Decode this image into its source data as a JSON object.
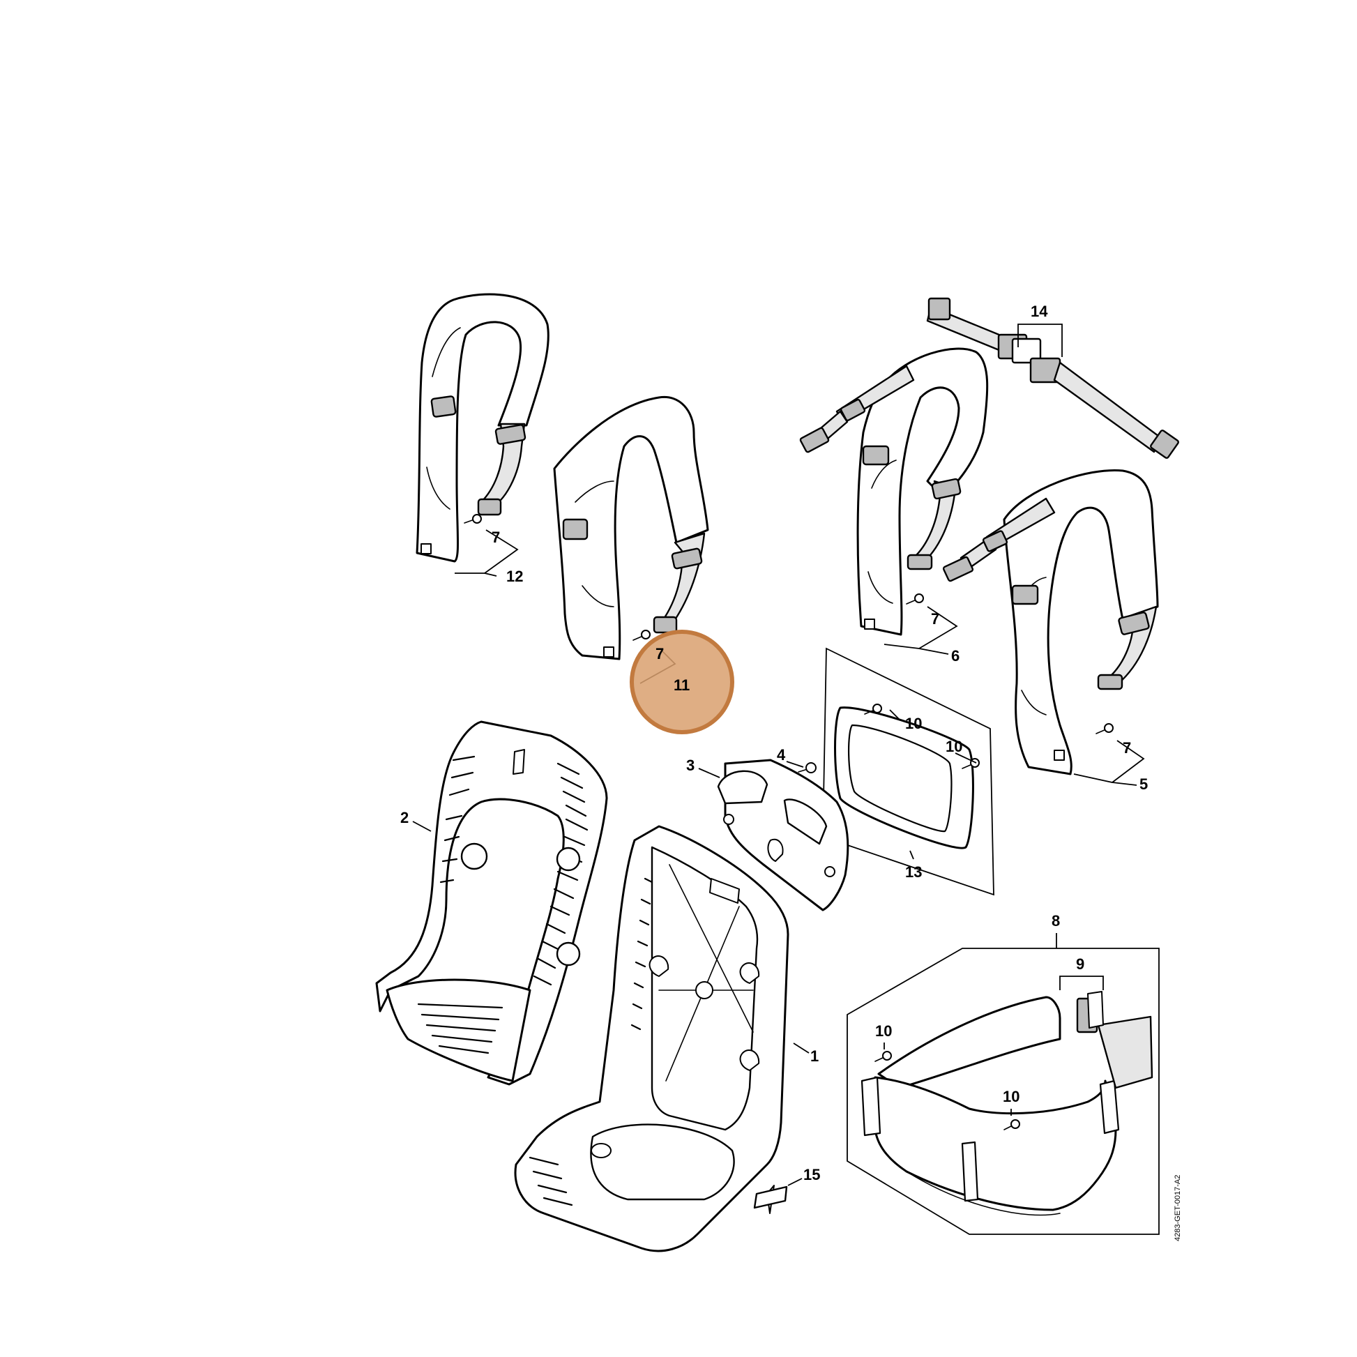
{
  "diagram": {
    "drawing_id": "4283-GET-0017-A2",
    "highlight_color": "#d9a06f",
    "highlight_stroke": "#c27a3f",
    "callouts": {
      "c1": "1",
      "c2": "2",
      "c3": "3",
      "c4": "4",
      "c5": "5",
      "c6": "6",
      "c7a": "7",
      "c7b": "7",
      "c7c": "7",
      "c7d": "7",
      "c8": "8",
      "c9": "9",
      "c10a": "10",
      "c10b": "10",
      "c10c": "10",
      "c10d": "10",
      "c11": "11",
      "c12": "12",
      "c13": "13",
      "c14": "14",
      "c15": "15"
    },
    "parts": [
      "backplate-frame",
      "back-padding-frame",
      "handle",
      "screw",
      "shoulder-strap-right-padded",
      "shoulder-strap-left",
      "screw",
      "hip-belt-set",
      "buckle-set",
      "screw",
      "shoulder-strap-set-padded",
      "shoulder-strap-set",
      "back-cushion-set",
      "chest-strap",
      "label"
    ]
  }
}
